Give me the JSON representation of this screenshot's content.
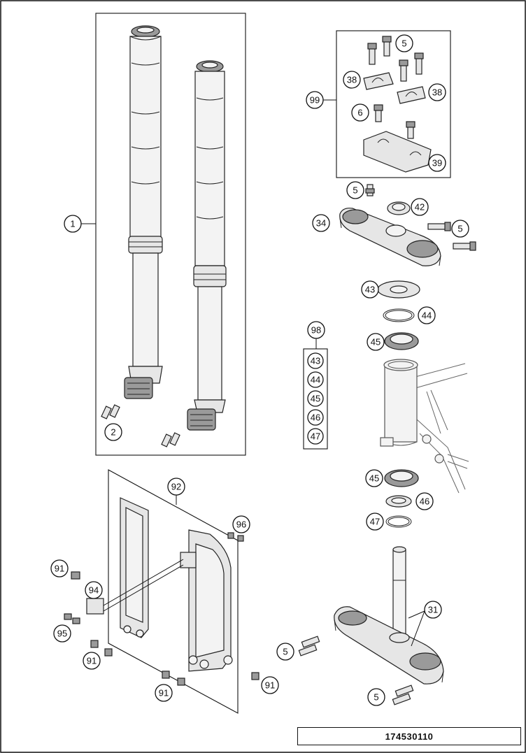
{
  "callouts": {
    "c1": "1",
    "c2": "2",
    "c5a": "5",
    "c38a": "38",
    "c38b": "38",
    "c99": "99",
    "c6": "6",
    "c39": "39",
    "c5b": "5",
    "c42": "42",
    "c34": "34",
    "c5c": "5",
    "c43": "43",
    "c44": "44",
    "c45a": "45",
    "c98": "98",
    "l43": "43",
    "l44": "44",
    "l45": "45",
    "l46": "46",
    "l47": "47",
    "c45b": "45",
    "c46": "46",
    "c47": "47",
    "c92": "92",
    "c96": "96",
    "c91a": "91",
    "c94": "94",
    "c95": "95",
    "c91b": "91",
    "c91c": "91",
    "c91d": "91",
    "c31": "31",
    "c5d": "5",
    "c5e": "5"
  },
  "document": {
    "number": "174530110"
  }
}
